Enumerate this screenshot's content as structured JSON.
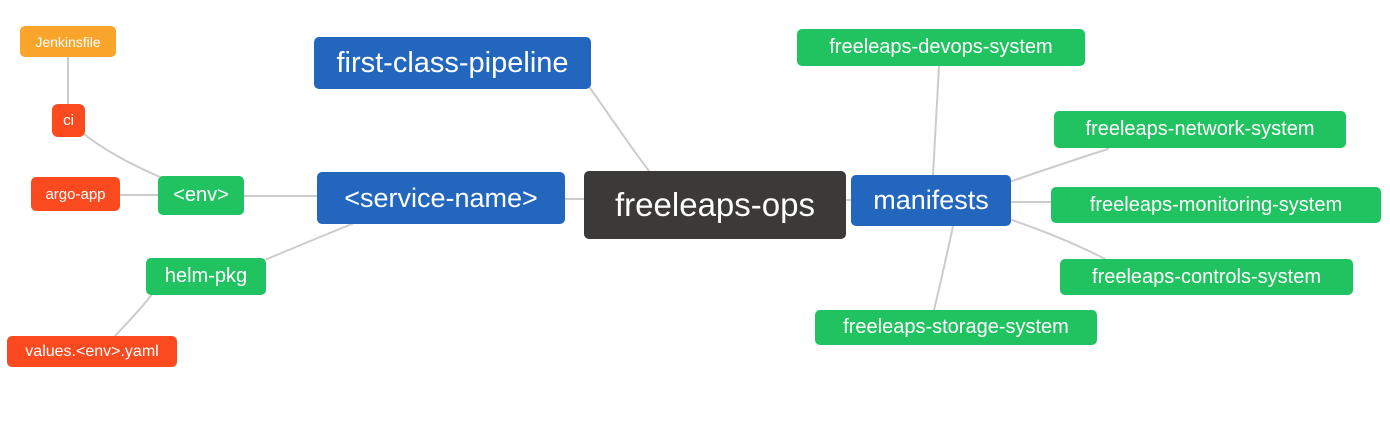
{
  "mindmap": {
    "root": {
      "label": "freeleaps-ops"
    },
    "nodes": {
      "jenkinsfile": {
        "label": "Jenkinsfile",
        "color": "amber"
      },
      "ci": {
        "label": "ci",
        "color": "orange"
      },
      "argo_app": {
        "label": "argo-app",
        "color": "orange"
      },
      "env": {
        "label": "<env>",
        "color": "green"
      },
      "first_class_pipeline": {
        "label": "first-class-pipeline",
        "color": "blue"
      },
      "service_name": {
        "label": "<service-name>",
        "color": "blue"
      },
      "helm_pkg": {
        "label": "helm-pkg",
        "color": "green"
      },
      "values_env_yaml": {
        "label": "values.<env>.yaml",
        "color": "orange"
      },
      "manifests": {
        "label": "manifests",
        "color": "blue"
      },
      "devops_system": {
        "label": "freeleaps-devops-system",
        "color": "green"
      },
      "network_system": {
        "label": "freeleaps-network-system",
        "color": "green"
      },
      "monitoring_system": {
        "label": "freeleaps-monitoring-system",
        "color": "green"
      },
      "controls_system": {
        "label": "freeleaps-controls-system",
        "color": "green"
      },
      "storage_system": {
        "label": "freeleaps-storage-system",
        "color": "green"
      }
    },
    "edges": [
      {
        "from": "freeleaps-ops",
        "to": "first-class-pipeline"
      },
      {
        "from": "freeleaps-ops",
        "to": "<service-name>"
      },
      {
        "from": "freeleaps-ops",
        "to": "manifests"
      },
      {
        "from": "<service-name>",
        "to": "<env>"
      },
      {
        "from": "<service-name>",
        "to": "helm-pkg"
      },
      {
        "from": "<env>",
        "to": "ci"
      },
      {
        "from": "<env>",
        "to": "argo-app"
      },
      {
        "from": "ci",
        "to": "Jenkinsfile"
      },
      {
        "from": "helm-pkg",
        "to": "values.<env>.yaml"
      },
      {
        "from": "manifests",
        "to": "freeleaps-devops-system"
      },
      {
        "from": "manifests",
        "to": "freeleaps-network-system"
      },
      {
        "from": "manifests",
        "to": "freeleaps-monitoring-system"
      },
      {
        "from": "manifests",
        "to": "freeleaps-controls-system"
      },
      {
        "from": "manifests",
        "to": "freeleaps-storage-system"
      }
    ],
    "colors": {
      "blue": "#2266bd",
      "green": "#20c35f",
      "orange": "#fb4a1f",
      "amber": "#f9a52b",
      "dark": "#3b3a39",
      "edge": "#cccccc",
      "text": "#ffffff",
      "background": "#ffffff"
    }
  }
}
